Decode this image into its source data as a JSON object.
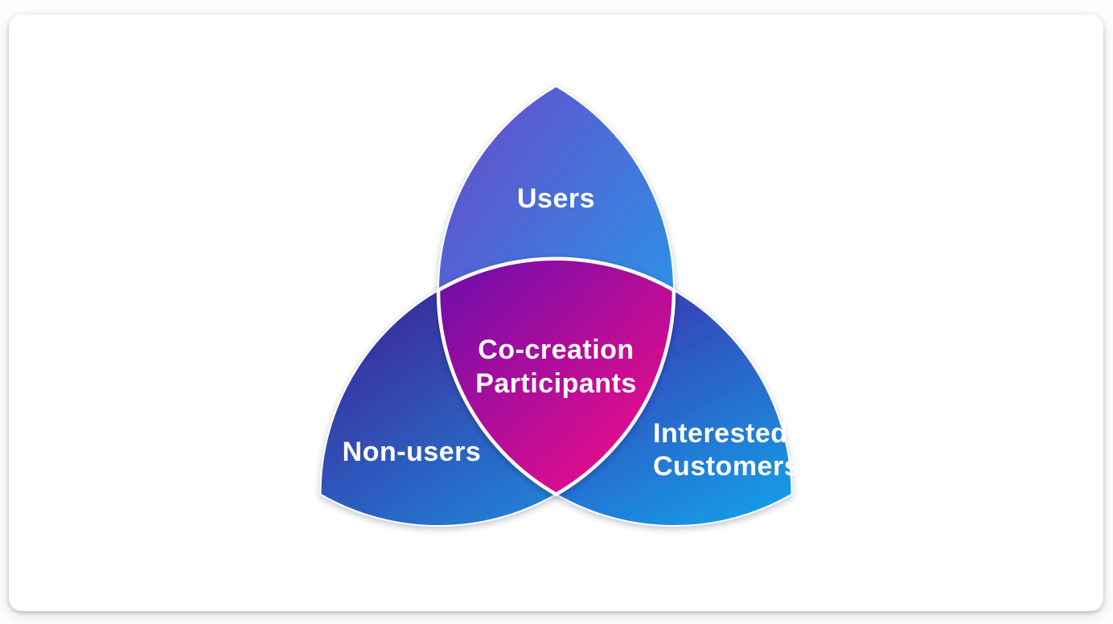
{
  "diagram": {
    "type": "venn-trefoil",
    "top_petal": {
      "label": "Users"
    },
    "bottom_left_petal": {
      "label": "Non-users"
    },
    "bottom_right_petal": {
      "label_lines": [
        "Interested",
        "Customers"
      ]
    },
    "center_overlap": {
      "label_lines": [
        "Co-creation",
        "Participants"
      ]
    },
    "colors": {
      "top_gradient": [
        "#6152CD",
        "#2B93E8"
      ],
      "bottom_left_gradient": [
        "#3B2D9D",
        "#2182D8"
      ],
      "bottom_right_gradient": [
        "#3349BC",
        "#179AE6"
      ],
      "center_gradient": [
        "#7110AB",
        "#E30B8C"
      ],
      "divider": "#FFFFFF",
      "label_text": "#FFFFFF",
      "canvas_background": "#FFFFFF"
    }
  }
}
